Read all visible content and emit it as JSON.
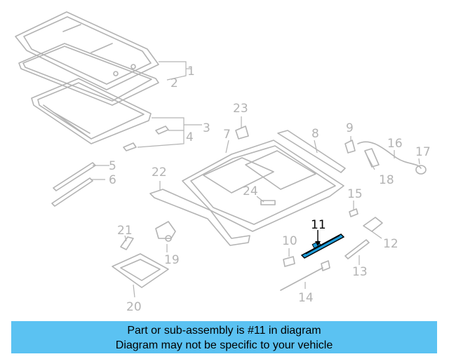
{
  "diagram": {
    "callouts": [
      "1",
      "2",
      "3",
      "4",
      "5",
      "6",
      "7",
      "8",
      "9",
      "10",
      "11",
      "12",
      "13",
      "14",
      "15",
      "16",
      "17",
      "18",
      "19",
      "20",
      "21",
      "22",
      "23",
      "24"
    ],
    "highlight_callout": "11",
    "colors": {
      "part_line": "#b3b3b3",
      "highlight": "#1e9bd7",
      "caption_bg": "#5bc2f2"
    }
  },
  "caption": {
    "line1": "Part or sub-assembly is #11 in diagram",
    "line2": "Diagram may not be specific to your vehicle"
  }
}
